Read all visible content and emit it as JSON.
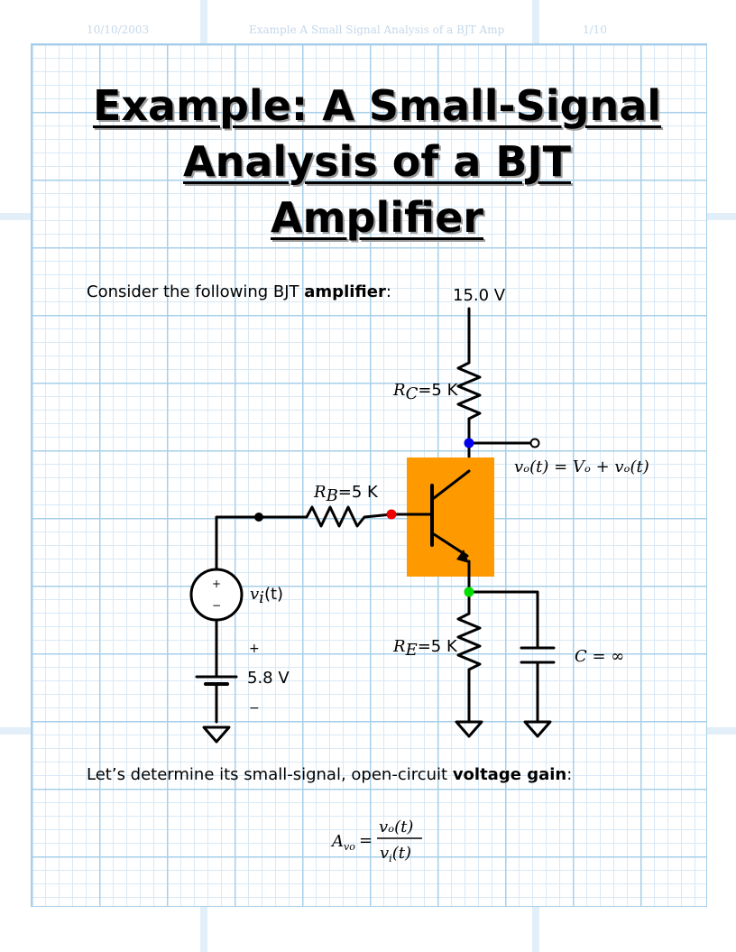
{
  "header": {
    "date": "10/10/2003",
    "doc_title": "Example A Small Signal Analysis of a BJT Amp",
    "page": "1/10"
  },
  "title_lines": [
    "Example:  A Small-Signal",
    "Analysis of a BJT",
    "Amplifier"
  ],
  "intro": {
    "text": "Consider the following BJT ",
    "bold": "amplifier",
    "colon": ":"
  },
  "circuit": {
    "supply": "15.0 V",
    "rc_label": "R",
    "rc_sub": "C",
    "rc_value": "=5 K",
    "rb_label": "R",
    "rb_sub": "B",
    "rb_value": "=5 K",
    "re_label": "R",
    "re_sub": "E",
    "re_value": "=5 K",
    "output_eq": "vₒ(t) = Vₒ + vₒ(t)",
    "vi_label": "v",
    "vi_sub": "i",
    "vi_arg": "(t)",
    "src_plus": "+",
    "src_minus": "−",
    "bias_plus": "+",
    "bias_value": "5.8 V",
    "bias_minus": "−",
    "cap_label": "C = ∞",
    "colors": {
      "transistor_box": "#ff9900",
      "collector_node": "#0000ee",
      "base_node": "#ee0000",
      "emitter_node": "#00dd00"
    }
  },
  "gain_sentence": {
    "text": "Let’s determine its small-signal, open-circuit ",
    "bold": "voltage gain",
    "colon": ":"
  },
  "gain_eq": {
    "lhs": "A",
    "lhs_sub": "vo",
    "equals": "=",
    "num": "vₒ(t)",
    "den_v": "v",
    "den_sub": "i",
    "den_arg": "(t)"
  }
}
